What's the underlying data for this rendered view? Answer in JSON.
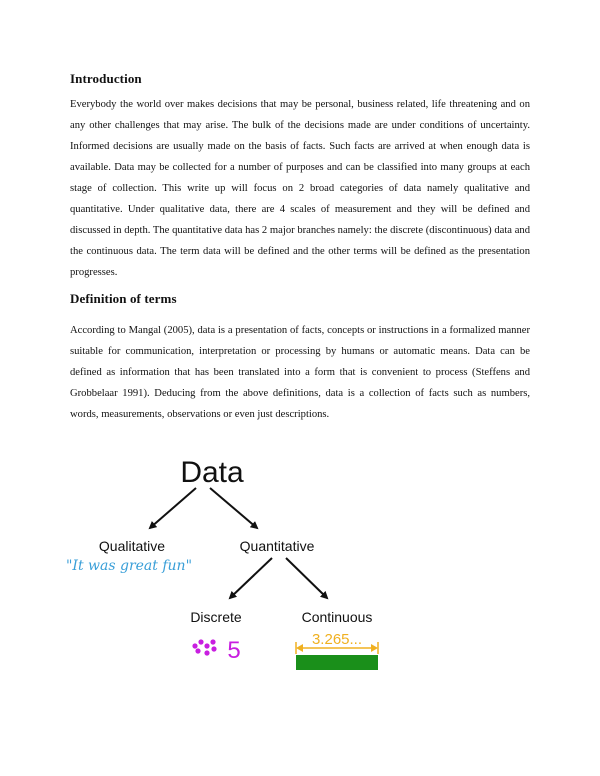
{
  "sections": [
    {
      "heading": "Introduction",
      "body": "Everybody the world over makes decisions that may be personal, business related, life threatening and on any other challenges that may arise. The bulk of the decisions made are under conditions of uncertainty. Informed decisions are usually made on the basis of facts. Such facts are arrived at when enough data is available. Data may be collected for a number of purposes and can be classified into many groups at each stage of collection. This write up will focus on 2 broad categories of data namely qualitative and quantitative. Under qualitative data, there are 4 scales of measurement and they will be defined and discussed in depth. The quantitative data has 2 major branches namely:  the discrete (discontinuous) data and the continuous data. The term data will be defined and the other terms will be defined as the presentation progresses."
    },
    {
      "heading": "Definition of terms",
      "body": "According to Mangal (2005), data is a presentation of facts, concepts or instructions in a formalized manner suitable for communication, interpretation or processing by humans or automatic means. Data can be defined as information that has been translated into a form that is convenient to process (Steffens and Grobbelaar 1991). Deducing from the above definitions, data is a collection of facts such as numbers, words, measurements, observations or even just descriptions."
    }
  ],
  "diagram": {
    "root": "Data",
    "qualitative": {
      "label": "Qualitative",
      "example": "\"It was great fun\""
    },
    "quantitative": {
      "label": "Quantitative"
    },
    "discrete": {
      "label": "Discrete",
      "example": "5"
    },
    "continuous": {
      "label": "Continuous",
      "example": "3.265..."
    },
    "colors": {
      "qualitative_example": "#3a9fd8",
      "discrete_example": "#c81ee0",
      "continuous_measure": "#f0b020",
      "continuous_bar": "#1a8f1a"
    }
  }
}
